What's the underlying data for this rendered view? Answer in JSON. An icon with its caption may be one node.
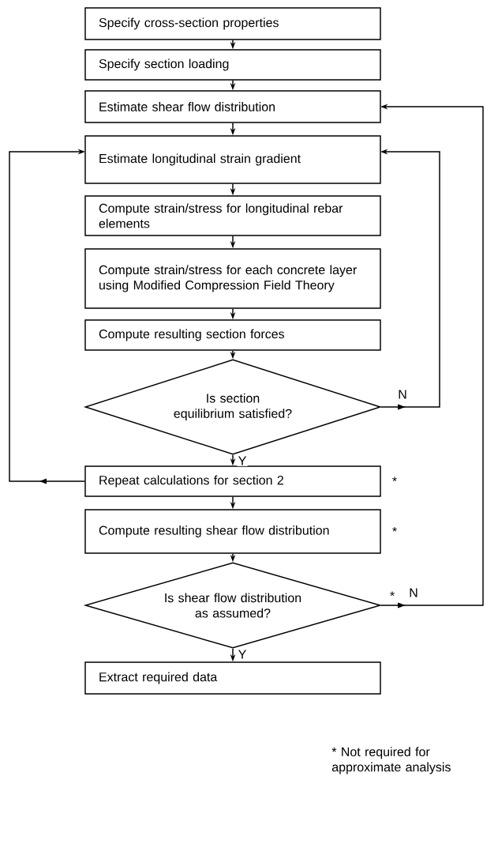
{
  "diagram": {
    "nodes": [
      {
        "text": [
          "Specify cross-section properties"
        ]
      },
      {
        "text": [
          "Specify section loading"
        ]
      },
      {
        "text": [
          "Estimate shear flow distribution"
        ]
      },
      {
        "text": [
          "Estimate longitudinal strain gradient"
        ]
      },
      {
        "text": [
          "Compute strain/stress for longitudinal rebar elements"
        ]
      },
      {
        "text": [
          "Compute strain/stress for each concrete layer using Modified Compression Field Theory"
        ]
      },
      {
        "text": [
          "Compute resulting section forces"
        ]
      },
      {
        "text": [
          "Is section equilibrium satisfied?"
        ]
      },
      {
        "text": [
          "Repeat calculations for section 2"
        ],
        "beside": [
          "*"
        ]
      },
      {
        "text": [
          "Compute resulting shear flow distribution"
        ],
        "beside": [
          "*"
        ]
      },
      {
        "text": [
          "Is shear flow distribution as assumed?"
        ],
        "beside": [
          "*"
        ]
      },
      {
        "text": [
          "Extract required data"
        ]
      }
    ],
    "edges": [
      {
        "from": 0,
        "to": 1,
        "arrow": "to"
      },
      {
        "from": 1,
        "to": 2,
        "arrow": "to"
      },
      {
        "from": 2,
        "to": 3,
        "arrow": "to"
      },
      {
        "from": 3,
        "to": 4,
        "arrow": "to"
      },
      {
        "from": 4,
        "to": 5,
        "arrow": "to"
      },
      {
        "from": 5,
        "to": 6,
        "arrow": "to"
      },
      {
        "from": 6,
        "to": 7,
        "arrow": "to"
      },
      {
        "from": 7,
        "to": 3,
        "arrow": "to",
        "label": "N"
      },
      {
        "from": 7,
        "to": 8,
        "arrow": "to",
        "label": "Y"
      },
      {
        "from": 8,
        "to": 3,
        "arrow": "to"
      },
      {
        "from": 8,
        "to": 9,
        "arrow": "to"
      },
      {
        "from": 9,
        "to": 10,
        "arrow": "to"
      },
      {
        "from": 10,
        "to": 2,
        "arrow": "to",
        "label": "N"
      },
      {
        "from": 10,
        "to": 11,
        "arrow": "to",
        "label": "Y"
      }
    ],
    "labels": [
      "* Not required for approximate analysis"
    ]
  }
}
